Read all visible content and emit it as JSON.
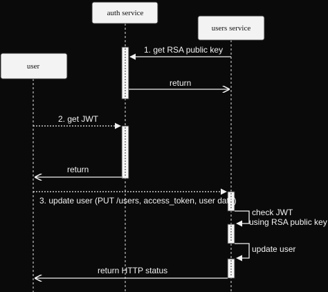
{
  "participants": {
    "auth_service": "auth service",
    "users_service": "users service",
    "user": "user"
  },
  "messages": {
    "m1": "1. get RSA public key",
    "m1_return": "return",
    "m2": "2. get JWT",
    "m2_return": "return",
    "m3": "3. update user (PUT /users, access_token, user data)",
    "check_jwt_line1": "check JWT",
    "check_jwt_line2": "using RSA public key",
    "update_user": "update user",
    "final_return": "return HTTP status"
  }
}
